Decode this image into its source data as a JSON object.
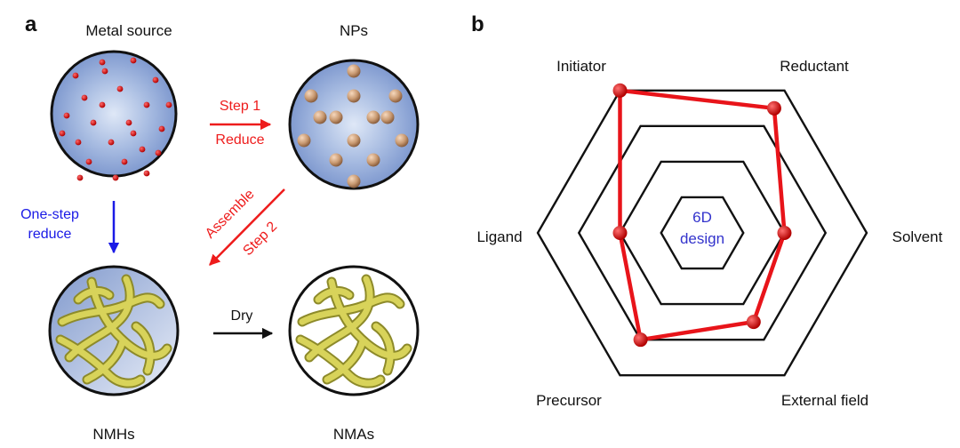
{
  "panel_a": {
    "panel_label": "a",
    "metal_source_label": "Metal source",
    "nps_label": "NPs",
    "nmhs_label": "NMHs",
    "nmas_label": "NMAs",
    "step1_label": "Step 1",
    "reduce_label": "Reduce",
    "one_step_line1": "One-step",
    "one_step_line2": "reduce",
    "assemble_label": "Assemble",
    "step2_label": "Step 2",
    "dry_label": "Dry"
  },
  "panel_b": {
    "panel_label": "b",
    "center_line1": "6D",
    "center_line2": "design",
    "axes": [
      "Initiator",
      "Reductant",
      "Solvent",
      "External field",
      "Precursor",
      "Ligand"
    ],
    "radar_levels": 4,
    "values": [
      4,
      3.5,
      2,
      2.5,
      3,
      2
    ]
  },
  "colors": {
    "red": "#ee1c1c",
    "blue": "#1a1ae6",
    "black": "#111111",
    "radar_red": "#e8141a",
    "center_text": "#3333cc"
  }
}
